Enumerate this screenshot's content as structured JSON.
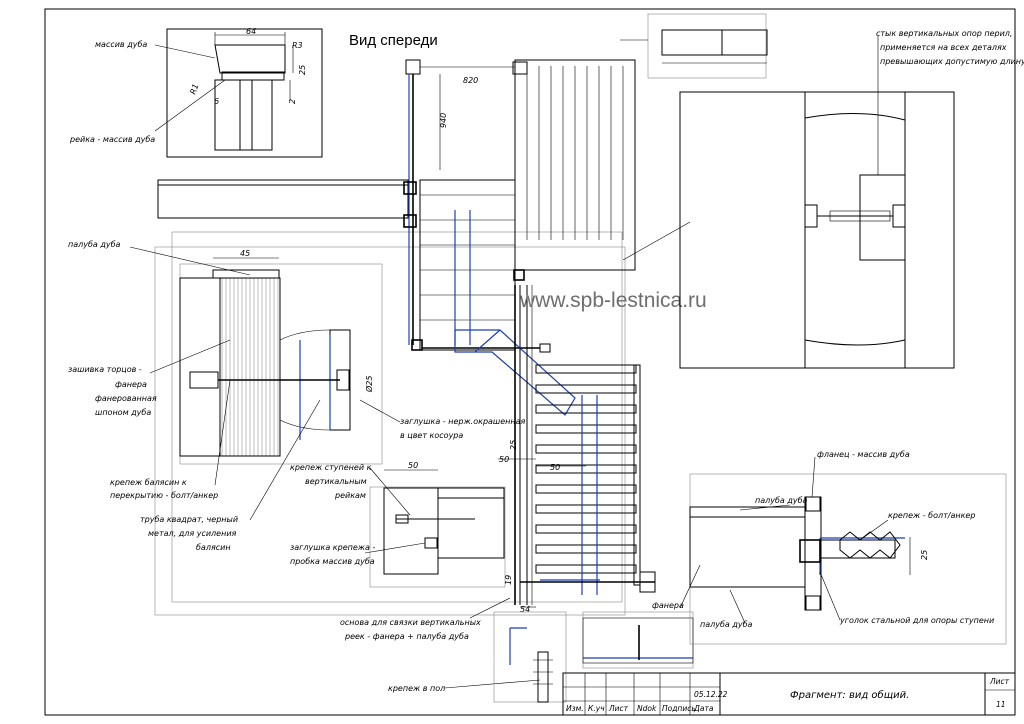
{
  "drawing": {
    "title": "Вид спереди",
    "watermark": "www.spb-lestnica.ru"
  },
  "labels": {
    "massiv_duba": "массив дуба",
    "reyka": "рейка - массив дуба",
    "paluba_left": "палуба дуба",
    "zashivka_1": "зашивка торцов -",
    "zashivka_2": "фанера",
    "zashivka_3": "фанерованная",
    "zashivka_4": "шпоном дуба",
    "zaglushka_1": "заглушка - нерж.окрашенная",
    "zaglushka_2": "в цвет косоура",
    "krepezh_balyasin_1": "крепеж балясин к",
    "krepezh_balyasin_2": "перекрытию - болт/анкер",
    "truba_1": "труба квадрат, черный",
    "truba_2": "метал, для усиления",
    "truba_3": "балясин",
    "krepezh_stupeney_1": "крепеж ступеней к",
    "krepezh_stupeney_2": "вертикальным",
    "krepezh_stupeney_3": "рейкам",
    "zaglushka_krep_1": "заглушка крепежа -",
    "zaglushka_krep_2": "пробка массив дуба",
    "osnova_1": "основа для связки вертикальных",
    "osnova_2": "реек - фанера + палуба дуба",
    "krepezh_v_pol": "крепеж в пол",
    "fanera": "фанера",
    "paluba_bottom": "палуба дуба",
    "styk_1": "стык вертикальных опор перил,",
    "styk_2": "применяется на всех деталях",
    "styk_3": "превышающих допустимую длину",
    "flanets": "фланец - массив дуба",
    "paluba_right": "палуба дуба",
    "krepezh_bolt": "крепеж - болт/анкер",
    "ugolok": "уголок стальной для опоры ступени"
  },
  "dimensions": {
    "d64": "64",
    "r3": "R3",
    "r1": "R1",
    "d25_top": "25",
    "d6": "6",
    "d2": "2",
    "d820": "820",
    "d940": "940",
    "d45": "45",
    "d25_phi": "Ø25",
    "d50_a": "50",
    "d25_mid": "25",
    "d50_b": "50",
    "d50_c": "50",
    "d19": "19",
    "d54": "54",
    "d25_right": "25"
  },
  "title_block": {
    "izm": "Изм.",
    "kuch": "К.уч",
    "list": "Лист",
    "ndok": "Ndok",
    "podpis": "Подпись",
    "data": "Дата",
    "date_value": "05.12.22",
    "caption": "Фрагмент: вид общий.",
    "sheet_label": "Лист",
    "sheet_number": "11"
  }
}
